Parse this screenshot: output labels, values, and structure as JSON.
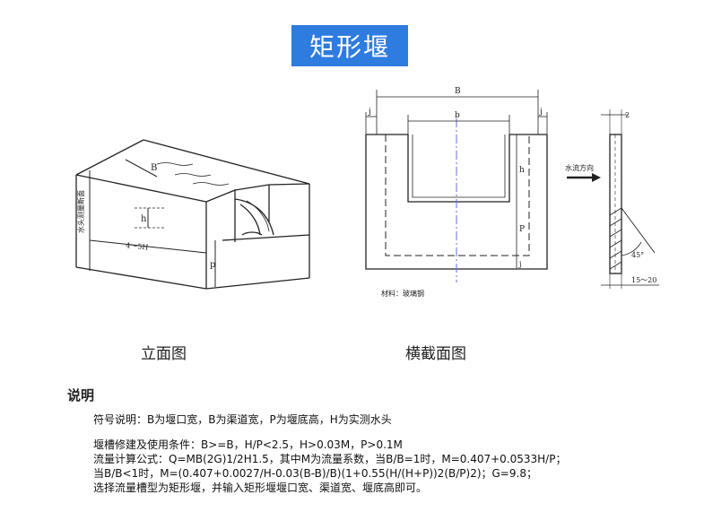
{
  "page": {
    "title": "矩形堰"
  },
  "elevation": {
    "caption": "立面图",
    "label_vertical": "水头测量断面",
    "label_B": "B",
    "label_h": "h",
    "label_p": "p",
    "label_dim": "4～5H"
  },
  "cross_section": {
    "caption": "横截面图",
    "label_B": "B",
    "label_b": "b",
    "label_j_left": "j",
    "label_j_right": "j",
    "label_h": "h",
    "label_p": "P",
    "label_j_bottom": "j",
    "label_material": "材料：玻璃钢"
  },
  "side_view": {
    "label_flow": "水流方向",
    "label_top": "2",
    "label_angle": "45°",
    "label_bottom": "15～20"
  },
  "notes": {
    "heading": "说明",
    "line1": "符号说明：B为堰口宽，B为渠道宽，P为堰底高，H为实测水头",
    "line2": "堰槽修建及使用条件：B>=B，H/P<2.5，H>0.03M，P>0.1M",
    "line3": "流量计算公式：Q=MB(2G)1/2H1.5，其中M为流量系数，当B/B=1时，M=0.407+0.0533H/P；",
    "line4": "当B/B<1时，M=(0.407+0.0027/H-0.03(B-B)/B)(1+0.55(H/(H+P))2(B/P)2)；G=9.8；",
    "line5": "选择流量槽型为矩形堰，并输入矩形堰堰口宽、渠道宽、堰底高即可。"
  }
}
